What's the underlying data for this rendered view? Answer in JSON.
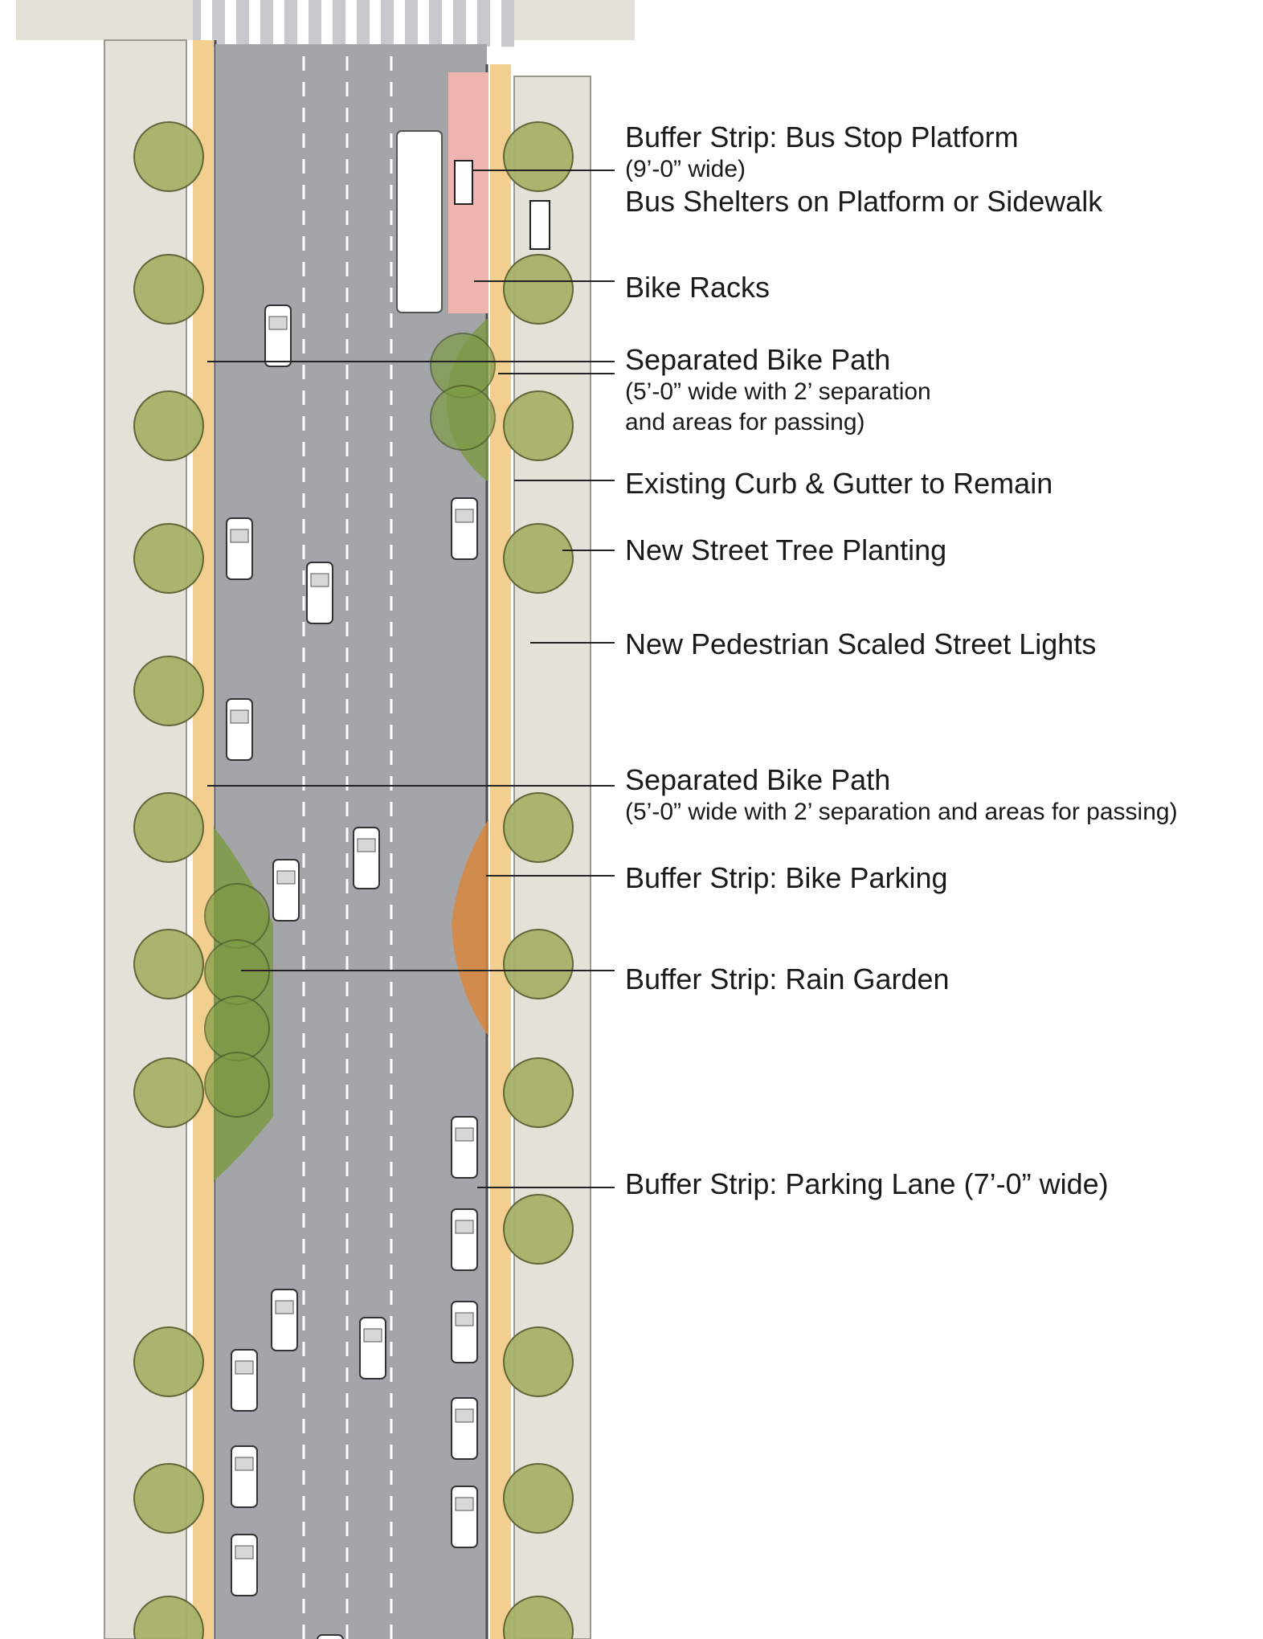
{
  "colors": {
    "sidewalk": "#e4e2d8",
    "road": "#a3a5a9",
    "bike_path": "#f2cf8f",
    "tree": "#a7b26a",
    "rain_garden": "#7d9a45",
    "bike_parking": "#d9863d",
    "bus_platform": "#efb3b0"
  },
  "callouts": [
    {
      "id": "bus-stop-platform",
      "title": "Buffer Strip: Bus Stop Platform",
      "sub": "(9’-0” wide)",
      "sub2": "Bus Shelters on Platform or Sidewalk"
    },
    {
      "id": "bike-racks",
      "title": "Bike Racks"
    },
    {
      "id": "separated-bike-path-1",
      "title": "Separated Bike Path",
      "sub": "(5’-0” wide with 2’ separation",
      "sub3": "and areas for passing)"
    },
    {
      "id": "existing-curb",
      "title": "Existing Curb & Gutter to Remain"
    },
    {
      "id": "street-tree",
      "title": "New Street Tree Planting"
    },
    {
      "id": "street-lights",
      "title": "New Pedestrian Scaled Street Lights"
    },
    {
      "id": "separated-bike-path-2",
      "title": "Separated Bike Path",
      "sub": "(5’-0” wide with 2’ separation and areas for passing)"
    },
    {
      "id": "bike-parking",
      "title": "Buffer Strip: Bike Parking"
    },
    {
      "id": "rain-garden",
      "title": "Buffer Strip: Rain Garden"
    },
    {
      "id": "parking-lane",
      "title": "Buffer Strip: Parking Lane (7’-0” wide)"
    }
  ]
}
